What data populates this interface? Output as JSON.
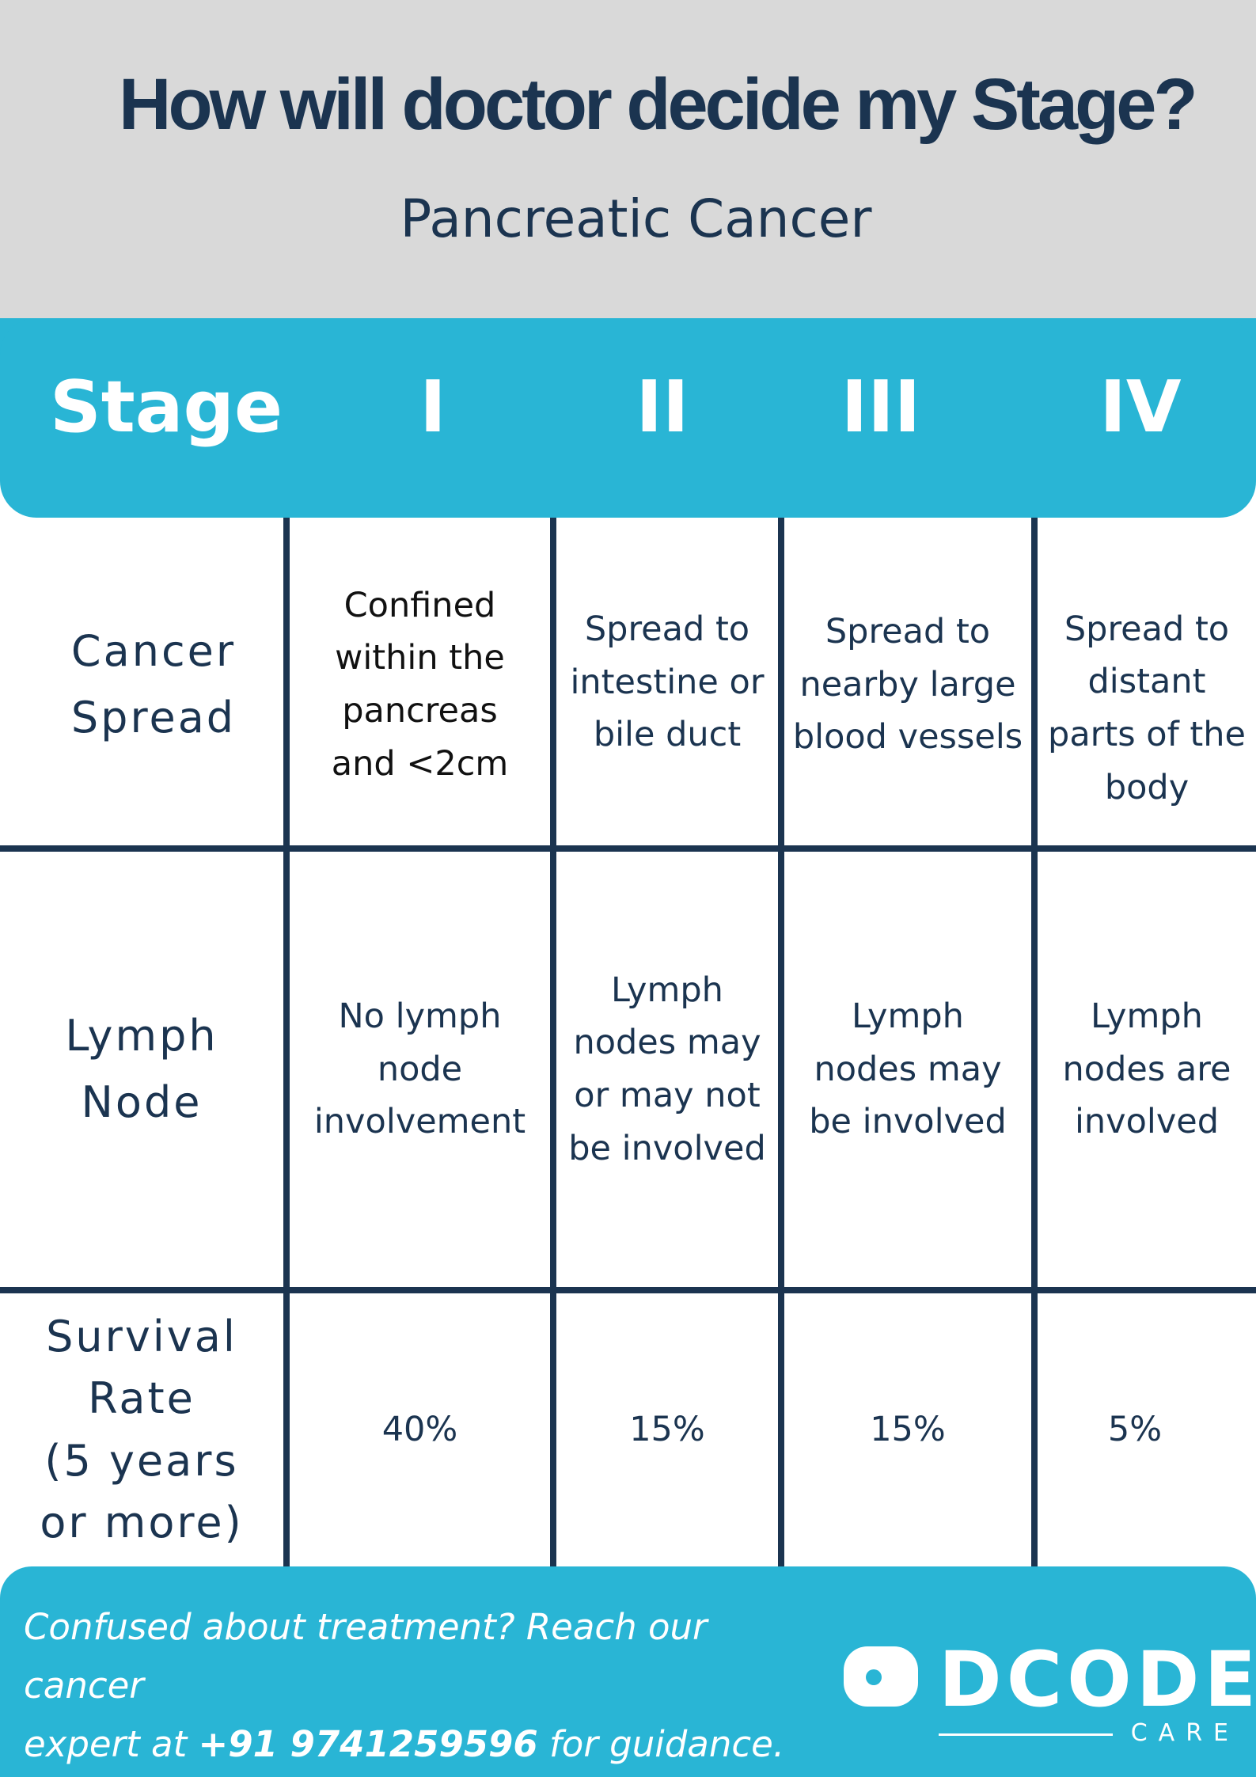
{
  "header": {
    "title": "How will doctor decide my Stage?",
    "subtitle": "Pancreatic Cancer"
  },
  "stage_row": {
    "label": "Stage",
    "stages": [
      "I",
      "II",
      "III",
      "IV"
    ]
  },
  "rows": [
    {
      "label": [
        "Cancer",
        "Spread"
      ],
      "cells": [
        [
          "Confined",
          "within the",
          "pancreas",
          "and <2cm"
        ],
        [
          "Spread to",
          "intestine or",
          "bile duct"
        ],
        [
          "Spread to",
          "nearby large",
          "blood vessels"
        ],
        [
          "Spread to",
          "distant",
          "parts of the",
          "body"
        ]
      ]
    },
    {
      "label": [
        "Lymph",
        "Node"
      ],
      "cells": [
        [
          "No lymph",
          "node",
          "involvement"
        ],
        [
          "Lymph",
          "nodes may",
          "or may not",
          "be involved"
        ],
        [
          "Lymph",
          "nodes may",
          "be involved"
        ],
        [
          "Lymph",
          "nodes are",
          "involved"
        ]
      ]
    },
    {
      "label": [
        "Survival",
        "Rate",
        "(5 years",
        "or more)"
      ],
      "cells": [
        [
          "40%"
        ],
        [
          "15%"
        ],
        [
          "15%"
        ],
        [
          "5%"
        ]
      ]
    }
  ],
  "footer": {
    "line1": "Confused about treatment? Reach our cancer",
    "line2_pre": "expert at ",
    "phone": "+91 9741259596",
    "line2_post": " for guidance."
  },
  "logo": {
    "name": "DCODE",
    "sub": "CARE"
  },
  "colors": {
    "navy": "#1b3450",
    "accent": "#29b5d5",
    "header_bg": "#d9d9d9"
  }
}
